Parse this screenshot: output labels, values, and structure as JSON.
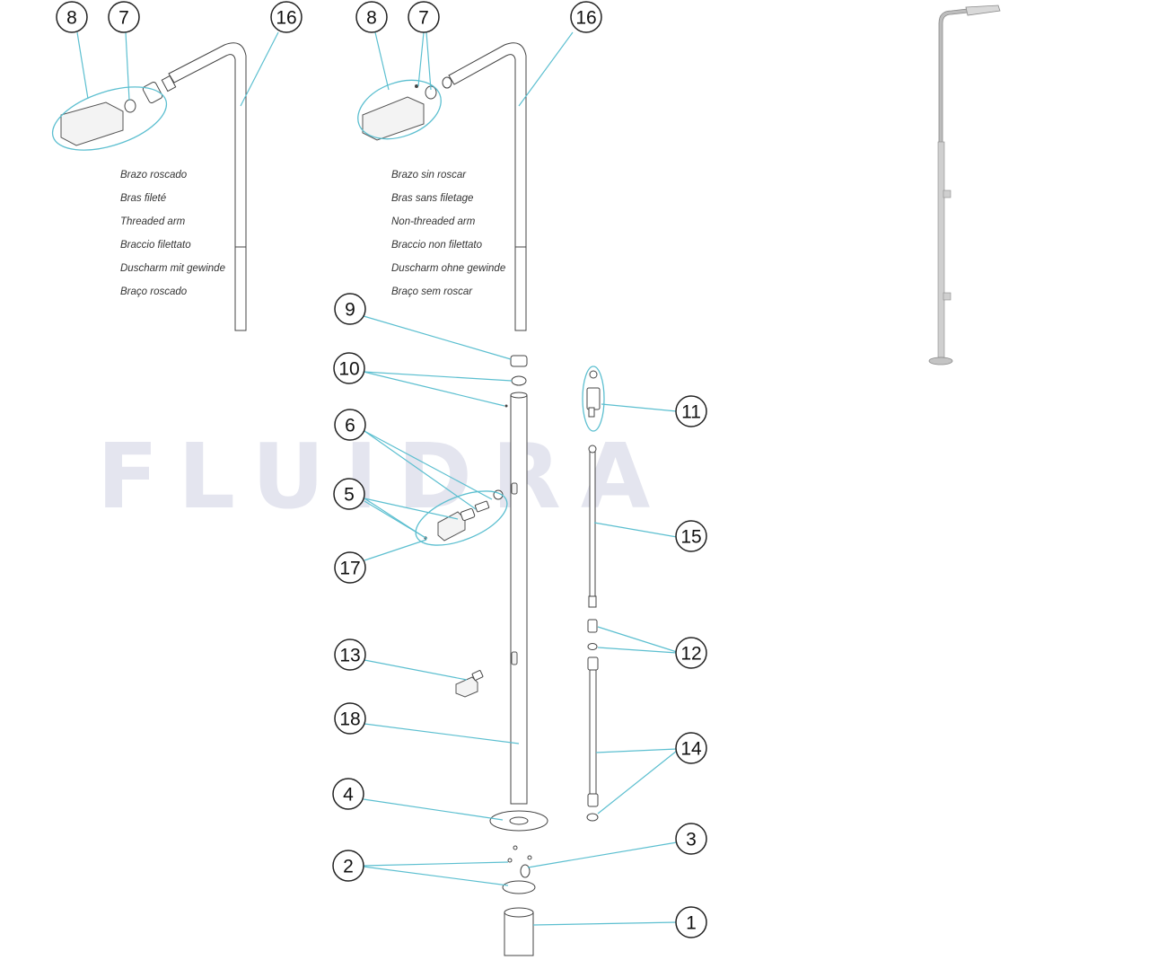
{
  "watermark": "FLUIDRA",
  "callouts": {
    "n1": "1",
    "n2": "2",
    "n3": "3",
    "n4": "4",
    "n5": "5",
    "n6": "6",
    "n7a": "7",
    "n7b": "7",
    "n8a": "8",
    "n8b": "8",
    "n9": "9",
    "n10": "10",
    "n11": "11",
    "n12": "12",
    "n13": "13",
    "n14": "14",
    "n15": "15",
    "n16a": "16",
    "n16b": "16",
    "n17": "17",
    "n18": "18"
  },
  "threaded_arm_labels": [
    "Brazo roscado",
    "Bras fileté",
    "Threaded arm",
    "Braccio filettato",
    "Duscharm mit gewinde",
    "Braço roscado"
  ],
  "non_threaded_arm_labels": [
    "Brazo sin roscar",
    "Bras sans filetage",
    "Non-threaded arm",
    "Braccio non filettato",
    "Duscharm ohne gewinde",
    "Braço sem roscar"
  ],
  "colors": {
    "leader": "#5cbfd0",
    "outline": "#444444",
    "watermark": "#6f74a8"
  }
}
